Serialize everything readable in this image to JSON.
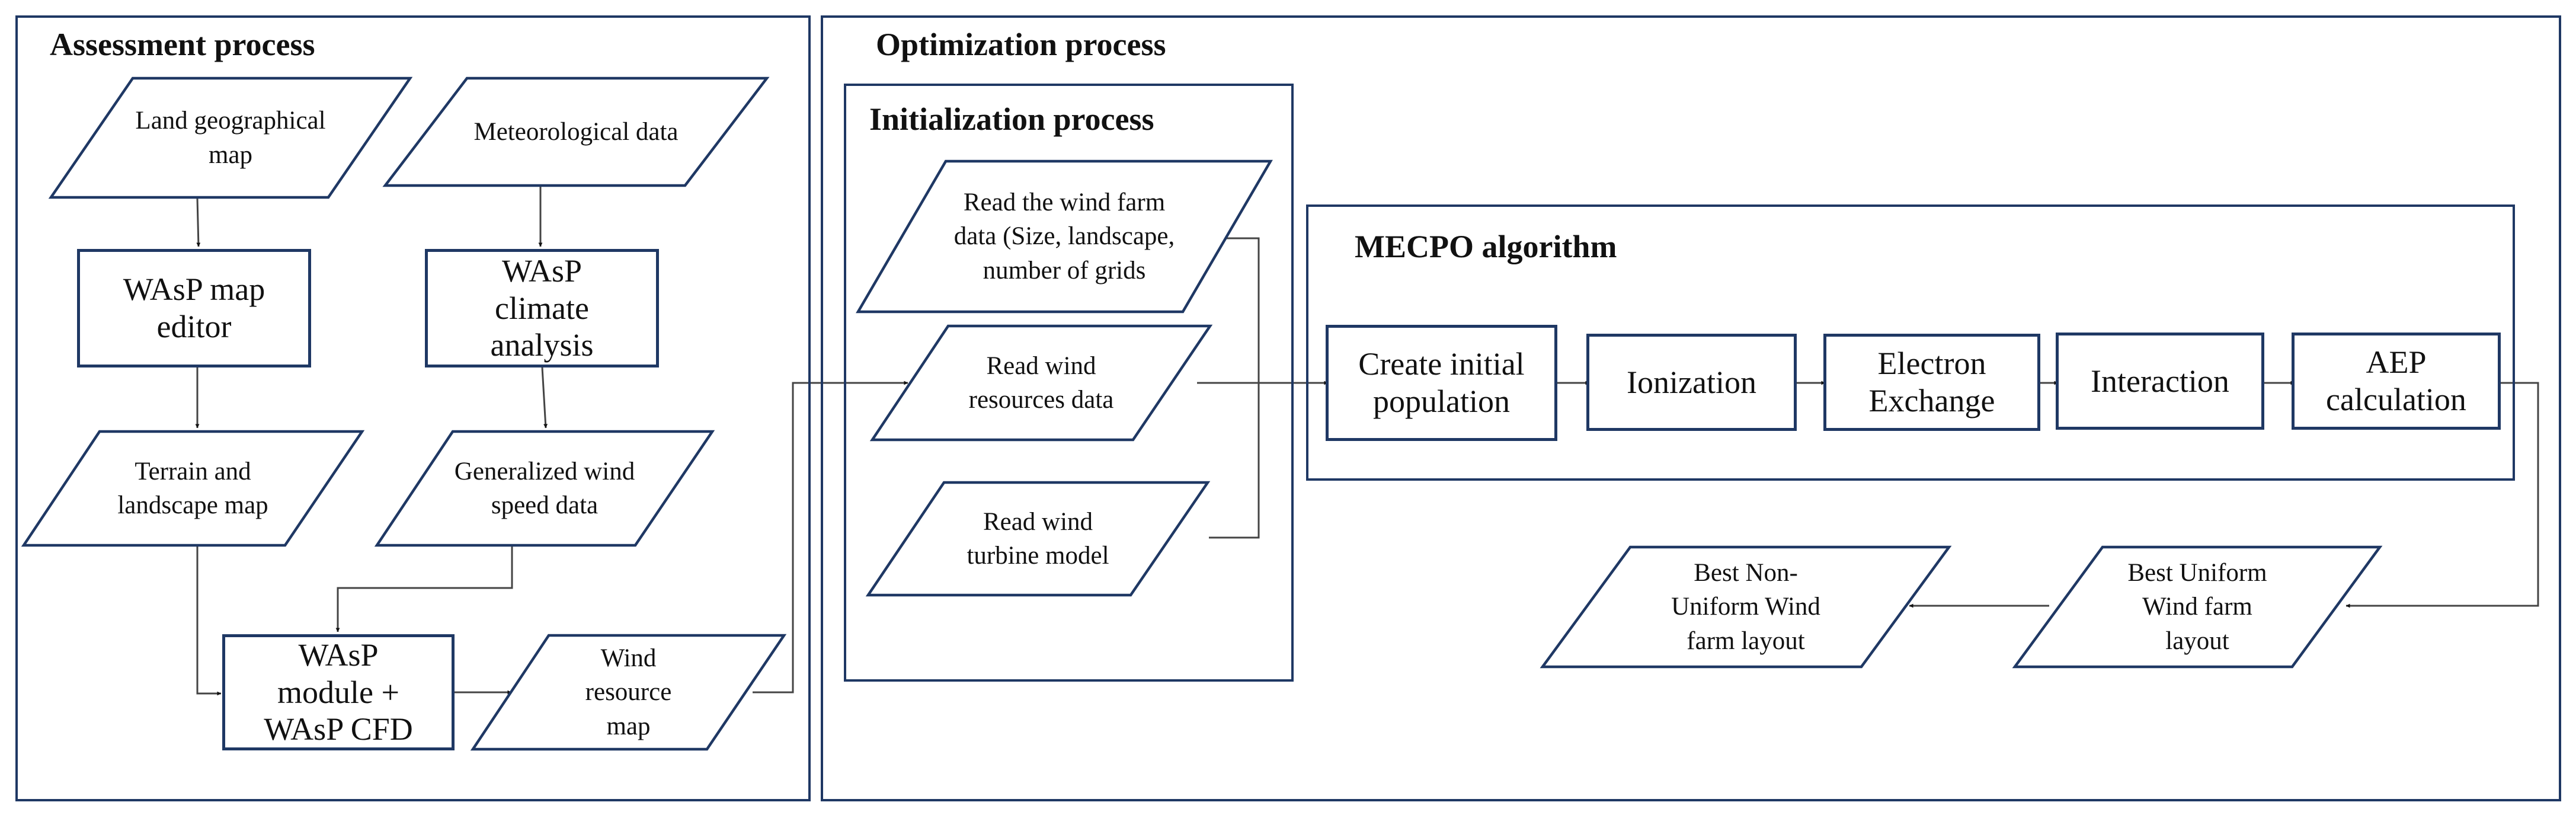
{
  "sections": {
    "assessment": "Assessment process",
    "optimization": "Optimization process",
    "initialization": "Initialization process",
    "mecpo": "MECPO algorithm"
  },
  "nodes": {
    "land_map": "Land geographical map",
    "meteo_data": "Meteorological data",
    "map_editor": "WAsP map editor",
    "climate_analysis": "WAsP climate analysis",
    "terrain_map": "Terrain and landscape map",
    "gen_wind_speed": "Generalized wind speed data",
    "wasp_module": "WAsP module + WAsP CFD",
    "wind_resource_map": "Wind resource map",
    "read_farm_data": "Read the wind farm data (Size, landscape, number of grids",
    "read_resources": "Read wind resources data",
    "read_turbine": "Read wind turbine model",
    "create_population": "Create initial population",
    "ionization": "Ionization",
    "electron_exchange": "Electron Exchange",
    "interaction": "Interaction",
    "aep_calc": "AEP calculation",
    "best_uniform": "Best Uniform Wind farm layout",
    "best_nonuniform": "Best Non-Uniform Wind farm layout"
  },
  "colors": {
    "border": "#1f3864",
    "line": "#333333",
    "fill": "#ffffff"
  }
}
